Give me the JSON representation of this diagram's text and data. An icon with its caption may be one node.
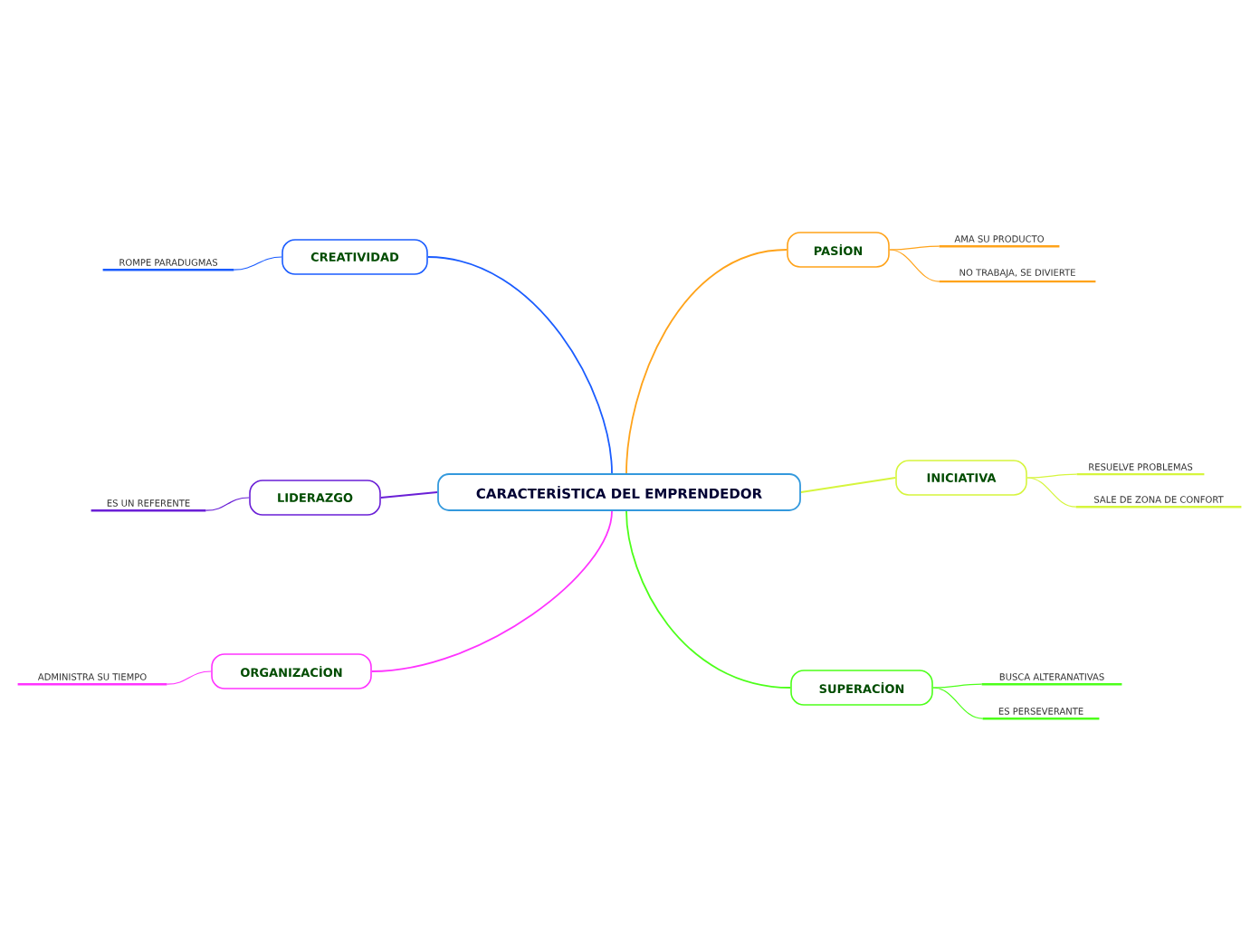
{
  "diagram": {
    "nodes": [
      {
        "text": [
          "CARACTERİSTICA DEL EMPRENDEDOR"
        ]
      },
      {
        "text": [
          "CREATIVIDAD"
        ]
      },
      {
        "text": [
          "ROMPE PARADUGMAS"
        ]
      },
      {
        "text": [
          "LIDERAZGO"
        ]
      },
      {
        "text": [
          "ES UN REFERENTE"
        ]
      },
      {
        "text": [
          "ORGANIZACİON"
        ]
      },
      {
        "text": [
          "ADMINISTRA SU TIEMPO"
        ]
      },
      {
        "text": [
          "PASİON"
        ]
      },
      {
        "text": [
          "AMA SU PRODUCTO"
        ]
      },
      {
        "text": [
          "NO TRABAJA, SE DIVIERTE"
        ]
      },
      {
        "text": [
          "INICIATIVA"
        ]
      },
      {
        "text": [
          "RESUELVE PROBLEMAS"
        ]
      },
      {
        "text": [
          "SALE DE ZONA DE CONFORT"
        ]
      },
      {
        "text": [
          "SUPERACİON"
        ]
      },
      {
        "text": [
          "BUSCA ALTERANATIVAS"
        ]
      },
      {
        "text": [
          "ES PERSEVERANTE"
        ]
      }
    ],
    "edges": [
      {
        "from": 0,
        "to": 1,
        "arrow": "none",
        "color": "#1a5cff"
      },
      {
        "from": 1,
        "to": 2,
        "arrow": "none",
        "color": "#1a5cff"
      },
      {
        "from": 0,
        "to": 3,
        "arrow": "none",
        "color": "#6a1fd6"
      },
      {
        "from": 3,
        "to": 4,
        "arrow": "none",
        "color": "#6a1fd6"
      },
      {
        "from": 0,
        "to": 5,
        "arrow": "none",
        "color": "#ff33ff"
      },
      {
        "from": 5,
        "to": 6,
        "arrow": "none",
        "color": "#ff33ff"
      },
      {
        "from": 0,
        "to": 7,
        "arrow": "none",
        "color": "#ffa31a"
      },
      {
        "from": 7,
        "to": 8,
        "arrow": "none",
        "color": "#ffa31a"
      },
      {
        "from": 7,
        "to": 9,
        "arrow": "none",
        "color": "#ffa31a"
      },
      {
        "from": 0,
        "to": 10,
        "arrow": "none",
        "color": "#d6f53d"
      },
      {
        "from": 10,
        "to": 11,
        "arrow": "none",
        "color": "#d6f53d"
      },
      {
        "from": 10,
        "to": 12,
        "arrow": "none",
        "color": "#d6f53d"
      },
      {
        "from": 0,
        "to": 13,
        "arrow": "none",
        "color": "#4dff1a"
      },
      {
        "from": 13,
        "to": 14,
        "arrow": "none",
        "color": "#4dff1a"
      },
      {
        "from": 13,
        "to": 15,
        "arrow": "none",
        "color": "#4dff1a"
      }
    ]
  }
}
